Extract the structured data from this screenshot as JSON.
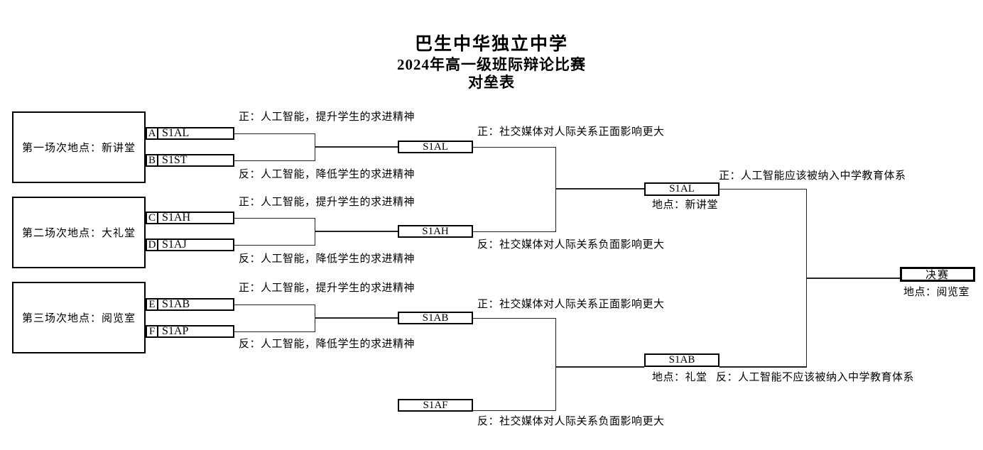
{
  "title": {
    "line1": "巴生中华独立中学",
    "line2": "2024年高一级班际辩论比赛",
    "line3": "对垒表"
  },
  "colors": {
    "ink": "#000000",
    "line": "#222222",
    "background": "#ffffff"
  },
  "round1": {
    "pro_topic": "正：人工智能，提升学生的求进精神",
    "con_topic": "反：人工智能，降低学生的求进精神",
    "matches": [
      {
        "venue": "第一场次地点：新讲堂",
        "slot1_seed": "A",
        "slot1_team": "S1AL",
        "slot2_seed": "B",
        "slot2_team": "S1ST",
        "winner": "S1AL"
      },
      {
        "venue": "第二场次地点：大礼堂",
        "slot1_seed": "C",
        "slot1_team": "S1AH",
        "slot2_seed": "D",
        "slot2_team": "S1AJ",
        "winner": "S1AH"
      },
      {
        "venue": "第三场次地点：阅览室",
        "slot1_seed": "E",
        "slot1_team": "S1AB",
        "slot2_seed": "F",
        "slot2_team": "S1AP",
        "winner": "S1AB"
      }
    ],
    "bye_team": "S1AF"
  },
  "round2": {
    "pro_topic": "正：社交媒体对人际关系正面影响更大",
    "con_topic": "反：社交媒体对人际关系负面影响更大",
    "matches": [
      {
        "winner": "S1AL",
        "venue": "地点：新讲堂"
      },
      {
        "winner": "S1AB",
        "venue": "地点：礼堂"
      }
    ]
  },
  "final": {
    "label": "决赛",
    "venue": "地点：阅览室",
    "pro_topic": "正：人工智能应该被纳入中学教育体系",
    "con_topic": "反：人工智能不应该被纳入中学教育体系"
  }
}
